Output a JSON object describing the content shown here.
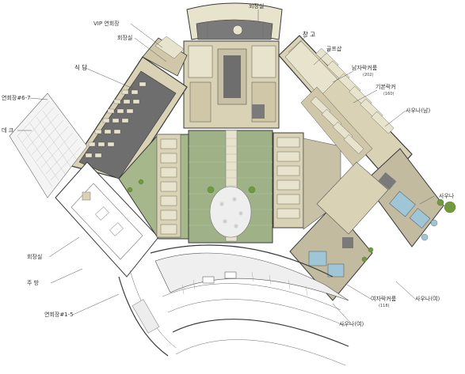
{
  "labels": {
    "vip_room": "VIP 연회장",
    "hall_room_top": "회장실",
    "chairman_room": "회장실",
    "restaurant": "식 당",
    "banquet_6_7": "연회장#6-7",
    "deck": "데 크",
    "storage": "창 고",
    "golf_shop": "골프샵",
    "mens_locker": "남자락커룸",
    "mens_locker_count": "(202)",
    "general_locker": "기본락커",
    "general_locker_count": "(160)",
    "sauna_men": "사우나(남)",
    "sauna_small": "사우나",
    "hall_room_left": "회장실",
    "kitchen": "주 방",
    "banquet_1_5": "연회장#1-5",
    "womens_locker": "여자락커룸",
    "womens_locker_count": "(118)",
    "sauna_women_right": "사우나(여)",
    "sauna_women_bottom": "사우나(여)"
  },
  "colors": {
    "background": "#ffffff",
    "floor_tan": "#d9d2b4",
    "floor_light": "#e8e3cc",
    "dark_room": "#6e6e6e",
    "lawn": "#a7b78c",
    "lawn_dark": "#8ea473",
    "paving": "#c9c1a5",
    "water": "#9fc6d6",
    "wall": "#3a3a3a",
    "tree": "#6f9a3e"
  }
}
